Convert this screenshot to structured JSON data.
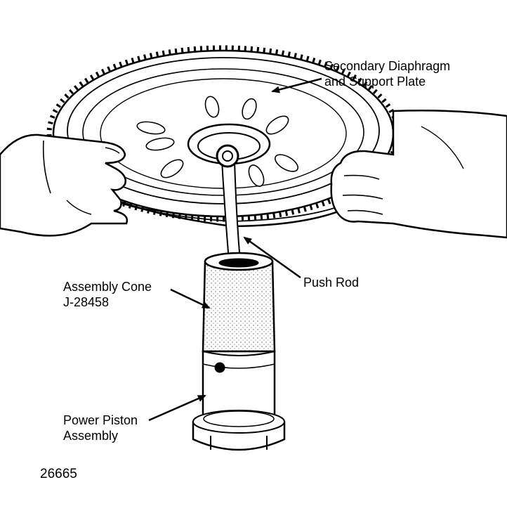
{
  "labels": {
    "diaphragm_line1": "Secondary Diaphragm",
    "diaphragm_line2": "and Support Plate",
    "push_rod": "Push Rod",
    "cone_line1": "Assembly Cone",
    "cone_line2": "J-28458",
    "piston_line1": "Power Piston",
    "piston_line2": "Assembly"
  },
  "figure_number": "26665",
  "colors": {
    "ink": "#000000",
    "paper": "#ffffff",
    "stipple": "#555555"
  }
}
